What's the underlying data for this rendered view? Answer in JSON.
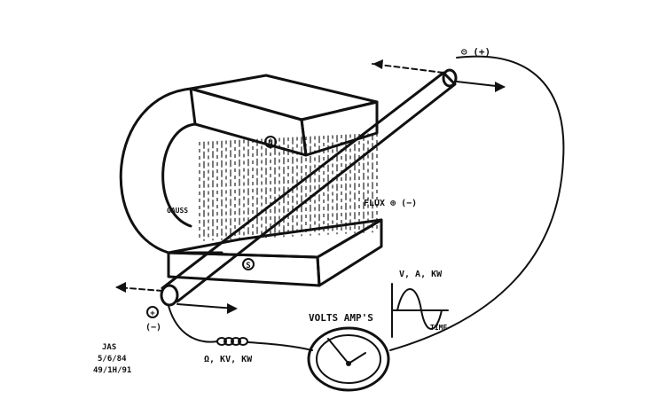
{
  "diagram": {
    "labels": {
      "north_pole": "N",
      "south_pole": "S",
      "top_terminal": "⊝ (+)",
      "bottom_terminal_sign": "+",
      "bottom_terminal_paren": "(−)",
      "field_label": "FLUX ⊕ (−)",
      "gauss_label": "GAUSS",
      "meter_label": "VOLTS AMP'S",
      "graph_y_label": "V, A, KW",
      "graph_x_label": "TIME",
      "resistor_label": "Ω, KV, KW",
      "signature_line1": "JAS",
      "signature_line2": "5/6/84",
      "signature_line3": "49/1H/91"
    }
  }
}
